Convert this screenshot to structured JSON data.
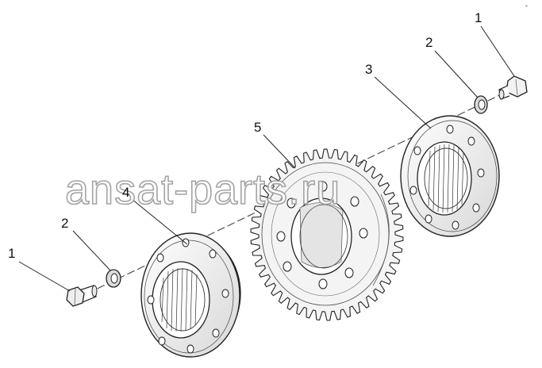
{
  "diagram": {
    "labels": {
      "bolt_right": "1",
      "washer_right": "2",
      "flange_right": "3",
      "gear": "5",
      "flange_left": "4",
      "washer_left": "2",
      "bolt_left": "1"
    },
    "watermark": "ansat-parts.ru",
    "corner_mark": "-"
  }
}
